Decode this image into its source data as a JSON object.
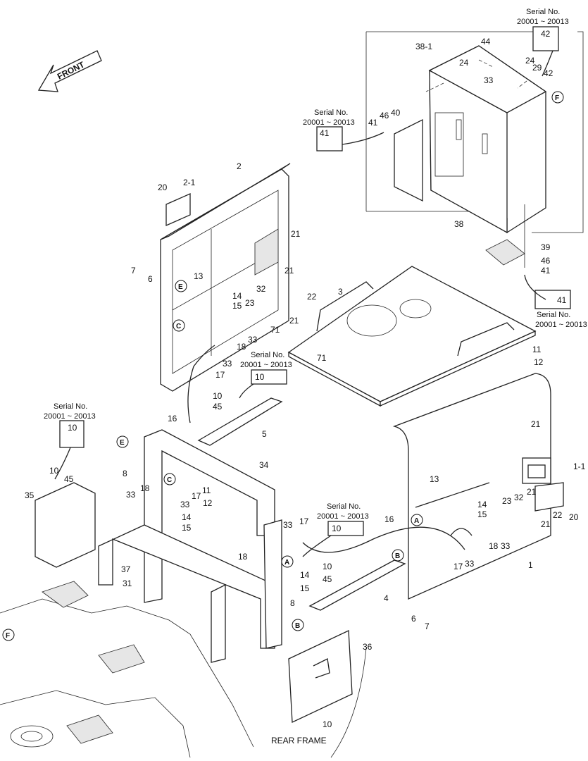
{
  "front_arrow": "FRONT",
  "footer_label": "REAR FRAME",
  "serial_notes": [
    {
      "line1": "Serial No.",
      "line2": "20001 ~ 20013",
      "part": "42"
    },
    {
      "line1": "Serial No.",
      "line2": "20001 ~ 20013",
      "part": "41"
    },
    {
      "line1": "Serial No.",
      "line2": "20001 ~ 20013",
      "part": "41"
    },
    {
      "line1": "Serial No.",
      "line2": "20001 ~ 20013",
      "part": "10"
    },
    {
      "line1": "Serial No.",
      "line2": "20001 ~ 20013",
      "part": "10"
    },
    {
      "line1": "Serial No.",
      "line2": "20001 ~ 20013",
      "part": "10"
    }
  ],
  "callouts": [
    "E",
    "C",
    "C",
    "E",
    "A",
    "B",
    "A",
    "B",
    "F",
    "F"
  ],
  "part_labels": [
    "38-1",
    "44",
    "24",
    "24",
    "29",
    "42",
    "33",
    "46",
    "40",
    "41",
    "38",
    "39",
    "46",
    "41",
    "20",
    "2-1",
    "2",
    "21",
    "7",
    "6",
    "13",
    "21",
    "14",
    "32",
    "22",
    "23",
    "15",
    "21",
    "71",
    "18",
    "33",
    "33",
    "17",
    "3",
    "71",
    "11",
    "12",
    "10",
    "45",
    "5",
    "16",
    "8",
    "34",
    "33",
    "18",
    "17",
    "33",
    "11",
    "12",
    "14",
    "15",
    "21",
    "1-1",
    "13",
    "21",
    "23",
    "32",
    "14",
    "15",
    "22",
    "20",
    "21",
    "33",
    "18",
    "33",
    "17",
    "16",
    "1",
    "33",
    "17",
    "18",
    "14",
    "15",
    "10",
    "45",
    "4",
    "8",
    "6",
    "7",
    "36",
    "10",
    "35",
    "10",
    "45",
    "37",
    "31"
  ]
}
